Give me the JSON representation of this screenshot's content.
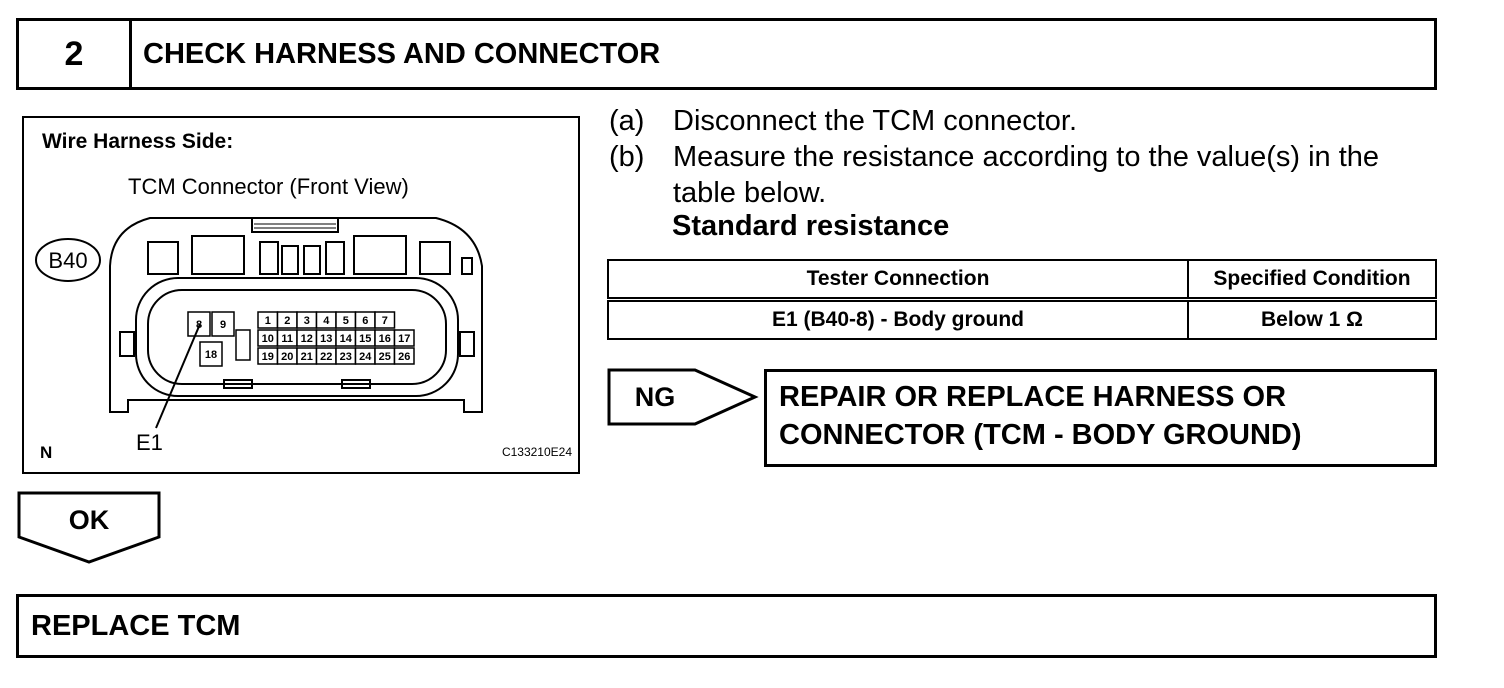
{
  "step": {
    "number": "2",
    "title": "CHECK HARNESS AND CONNECTOR"
  },
  "diagram": {
    "side_label": "Wire Harness Side:",
    "connector_label": "TCM Connector (Front View)",
    "connector_id": "B40",
    "pins_left": [
      "8",
      "9",
      "18"
    ],
    "pins_row1": [
      "1",
      "2",
      "3",
      "4",
      "5",
      "6",
      "7"
    ],
    "pins_row2": [
      "10",
      "11",
      "12",
      "13",
      "14",
      "15",
      "16",
      "17"
    ],
    "pins_row3": [
      "19",
      "20",
      "21",
      "22",
      "23",
      "24",
      "25",
      "26"
    ],
    "terminal_label": "E1",
    "corner_label": "N",
    "figure_code": "C133210E24"
  },
  "instructions": [
    {
      "label": "(a)",
      "text": "Disconnect the TCM connector."
    },
    {
      "label": "(b)",
      "text": "Measure the resistance according to the value(s) in the table below."
    }
  ],
  "standard_label": "Standard resistance",
  "table": {
    "headers": [
      "Tester Connection",
      "Specified Condition"
    ],
    "rows": [
      [
        "E1 (B40-8) - Body ground",
        "Below 1 Ω"
      ]
    ]
  },
  "ng": {
    "label": "NG",
    "action": "REPAIR OR REPLACE HARNESS OR CONNECTOR (TCM - BODY GROUND)"
  },
  "ok": {
    "label": "OK"
  },
  "result": {
    "action": "REPLACE TCM"
  }
}
